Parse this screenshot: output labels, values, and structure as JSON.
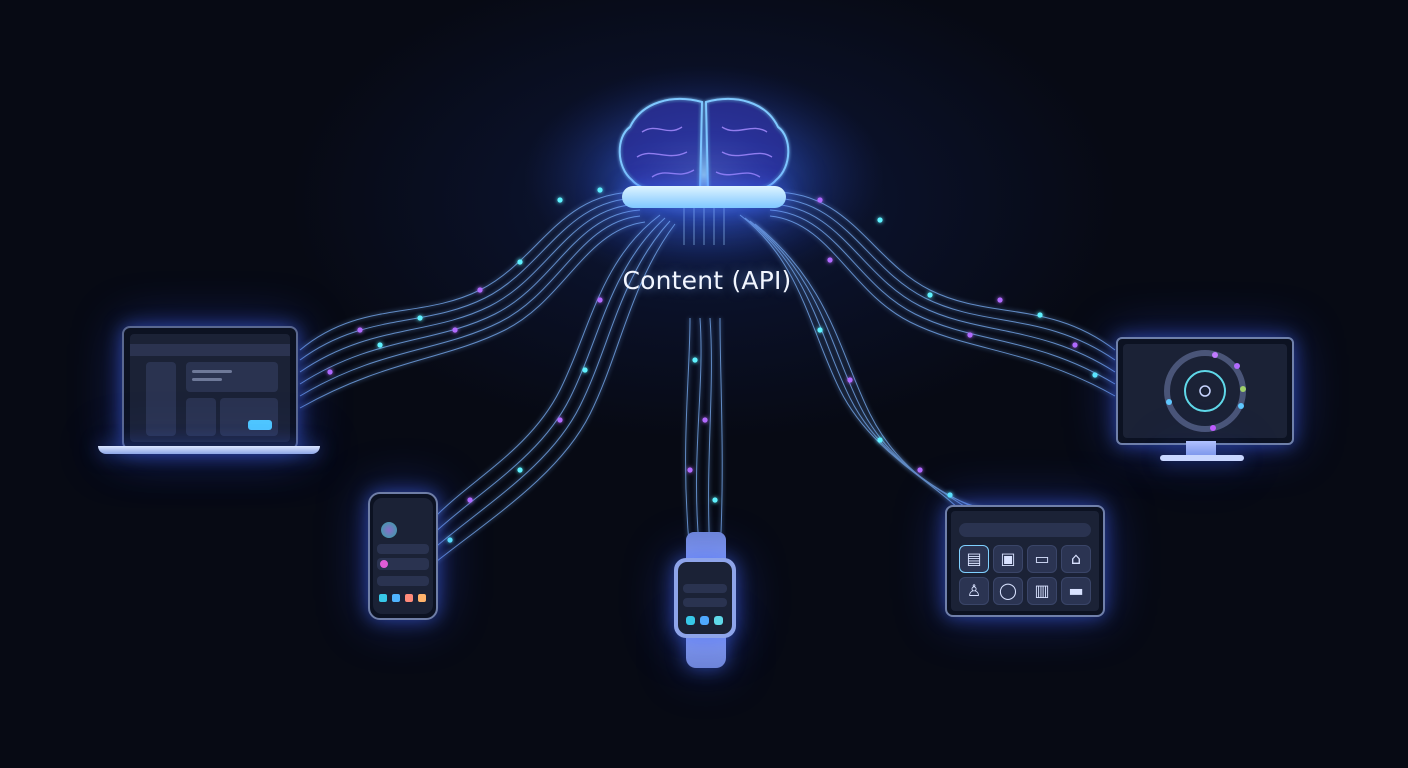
{
  "diagram": {
    "hub": {
      "icon": "brain-icon",
      "label": "Content (API)",
      "colors": {
        "glow": "#4f7dff",
        "platform": "#bfe6ff",
        "brain_outline": "#7fc8ff",
        "brain_inner": "#8a5cff"
      }
    },
    "connections": {
      "line_color": "#7fb6ff",
      "particle_colors": [
        "#5ff2ff",
        "#b26bff"
      ]
    },
    "devices": [
      {
        "id": "laptop",
        "type": "laptop",
        "icon": "laptop-icon",
        "screen": "web-dashboard"
      },
      {
        "id": "phone",
        "type": "smartphone",
        "icon": "smartphone-icon",
        "screen": "mobile-profile-app"
      },
      {
        "id": "watch",
        "type": "smartwatch",
        "icon": "smartwatch-icon",
        "screen": "watch-app"
      },
      {
        "id": "tablet",
        "type": "tablet",
        "icon": "tablet-icon",
        "screen": "smart-home-grid"
      },
      {
        "id": "desktop",
        "type": "desktop-monitor",
        "icon": "monitor-icon",
        "screen": "circular-dial"
      }
    ],
    "tablet_grid_icons": [
      "cabinet-icon",
      "picture-icon",
      "tv-icon",
      "home-icon",
      "person-icon",
      "robot-vacuum-icon",
      "window-icon",
      "bed-icon"
    ],
    "phone_app_icons": [
      "#37c8e8",
      "#4fb4ff",
      "#ff8a7a",
      "#ffb36b"
    ],
    "watch_app_icons": [
      "#37c8e8",
      "#4fa8ff",
      "#5fd8e8"
    ],
    "monitor_dial_dots": [
      "#c07bff",
      "#b26bff",
      "#9fd06b",
      "#5fc8ff",
      "#5fc8ff",
      "#c05cff"
    ]
  }
}
